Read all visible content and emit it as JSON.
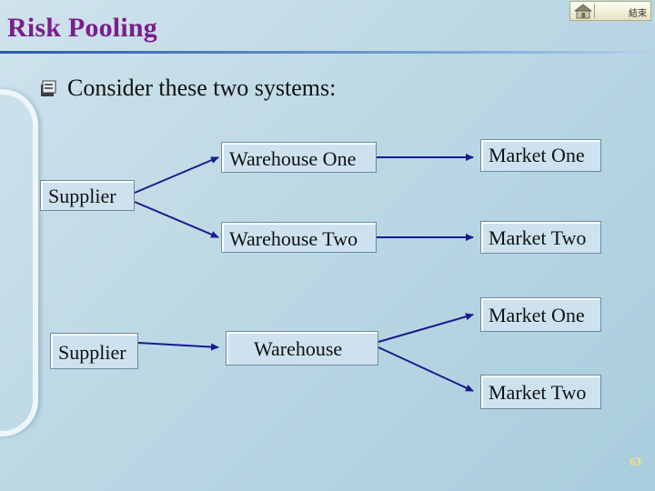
{
  "slide": {
    "title": "Risk Pooling",
    "bullet": "Consider these two systems:",
    "page_number": "63"
  },
  "nav": {
    "end_label": "結束",
    "home_icon": "home-icon"
  },
  "system1": {
    "supplier": "Supplier",
    "warehouse_one": "Warehouse One",
    "warehouse_two": "Warehouse Two",
    "market_one": "Market One",
    "market_two": "Market Two"
  },
  "system2": {
    "supplier": "Supplier",
    "warehouse": "Warehouse",
    "market_one": "Market One",
    "market_two": "Market Two"
  },
  "colors": {
    "title": "#7b1e8c",
    "arrow": "#1a1a8c",
    "box_fill": "#cde2ee",
    "page_number": "#f5e27a"
  }
}
